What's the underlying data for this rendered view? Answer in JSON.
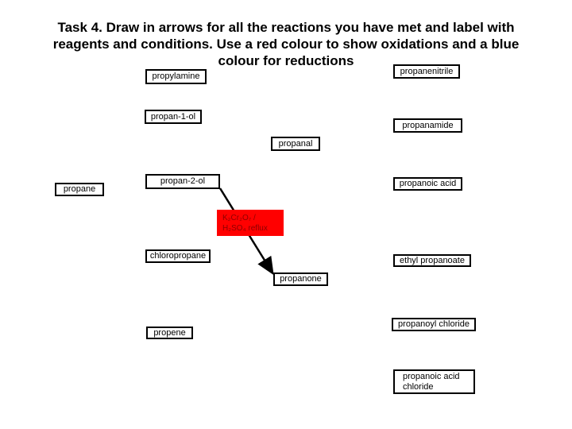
{
  "slide": {
    "title_lines": [
      "Task 4. Draw in arrows for all the reactions you have met and label with",
      "reagents and conditions. Use a red colour to show oxidations and a blue",
      "colour for reductions"
    ],
    "boxes": {
      "propylamine": "propylamine",
      "propanenitrile": "propanenitrile",
      "propan_1_ol": "propan-1-ol",
      "propanamide": "propanamide",
      "propanal": "propanal",
      "propan_2_ol": "propan-2-ol",
      "propane": "propane",
      "propanoic_acid": "propanoic acid",
      "chloropropane": "chloropropane",
      "ethyl_propanoate": "ethyl propanoate",
      "propanone": "propanone",
      "propene": "propene",
      "propanoyl_chloride": "propanoyl chloride",
      "propanoic_acid_chloride": "propanoic acid\nchloride"
    },
    "reagent_box": {
      "text": "K₂Cr₂O₇ /\nH₂SO₄ reflux",
      "background_color": "#ff0000",
      "text_color": "#8b0000"
    },
    "arrow": {
      "from": "propan-2-ol",
      "to": "propanone",
      "color": "#000000"
    }
  }
}
